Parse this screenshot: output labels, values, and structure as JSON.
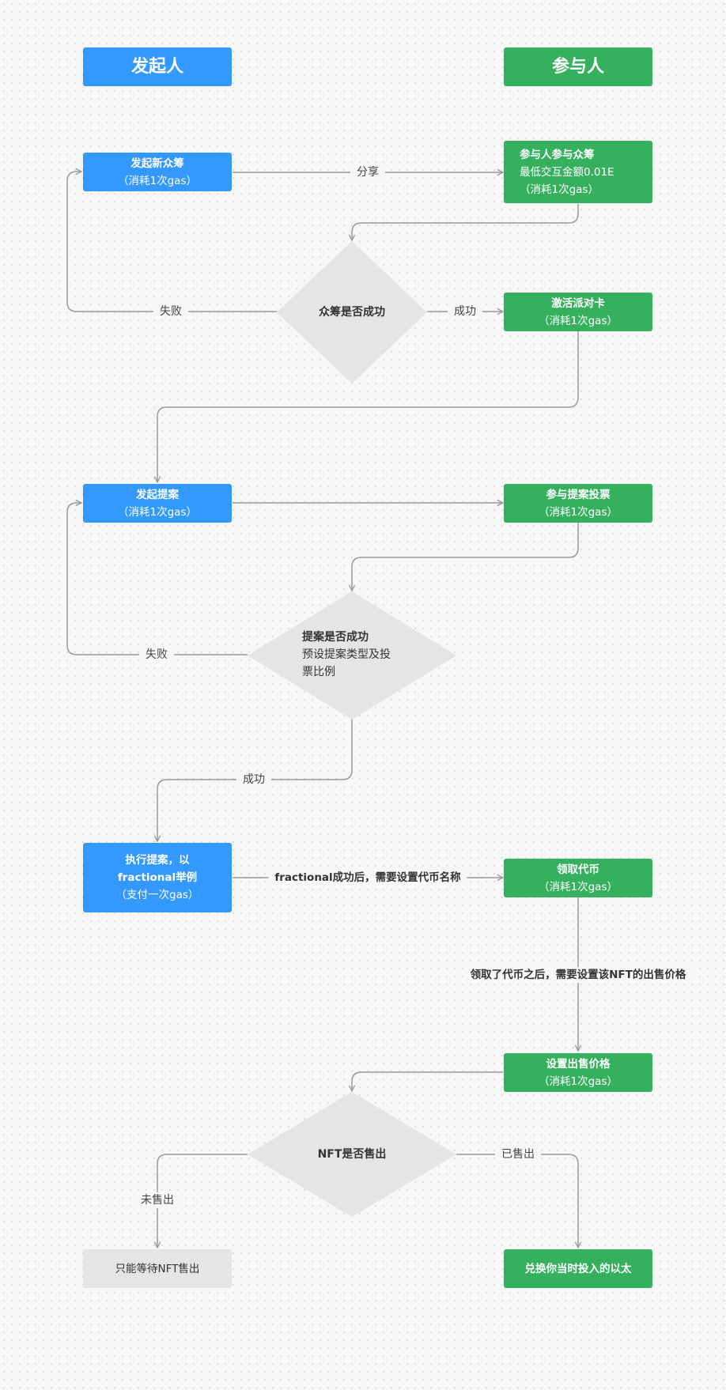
{
  "headers": {
    "initiator": "发起人",
    "participant": "参与人"
  },
  "nodes": {
    "start_crowdfund": {
      "title": "发起新众筹",
      "sub": "（消耗1次gas）"
    },
    "join_crowdfund": {
      "title": "参与人参与众筹",
      "line2": "最低交互金额0.01E",
      "sub": "（消耗1次gas）"
    },
    "activate_party_card": {
      "title": "激活派对卡",
      "sub": "（消耗1次gas）"
    },
    "create_proposal": {
      "title": "发起提案",
      "sub": "（消耗1次gas）"
    },
    "vote_proposal": {
      "title": "参与提案投票",
      "sub": "（消耗1次gas）"
    },
    "execute_proposal": {
      "title_line1": "执行提案，以",
      "title_line2": "fractional举例",
      "sub": "（支付一次gas）"
    },
    "claim_token": {
      "title": "领取代币",
      "sub": "（消耗1次gas）"
    },
    "set_price": {
      "title": "设置出售价格",
      "sub": "（消耗1次gas）"
    },
    "wait_sale": {
      "label": "只能等待NFT售出"
    },
    "redeem": {
      "label": "兑换你当时投入的以太"
    }
  },
  "decisions": {
    "crowdfund_success": {
      "label": "众筹是否成功"
    },
    "proposal_success": {
      "title": "提案是否成功",
      "desc_line1": "预设提案类型及投",
      "desc_line2": "票比例"
    },
    "nft_sold": {
      "label": "NFT是否售出"
    }
  },
  "edge_labels": {
    "share": "分享",
    "fail_1": "失败",
    "success_1": "成功",
    "fail_2": "失败",
    "success_2": "成功",
    "after_fractional": "fractional成功后，需要设置代币名称",
    "after_claim": "领取了代币之后，需要设置该NFT的出售价格",
    "sold": "已售出",
    "not_sold": "未售出"
  },
  "colors": {
    "initiator_blue": "#3399ff",
    "participant_green": "#36b05e",
    "decision_grey": "#e5e5e5",
    "edge_grey": "#9a9a9a"
  }
}
